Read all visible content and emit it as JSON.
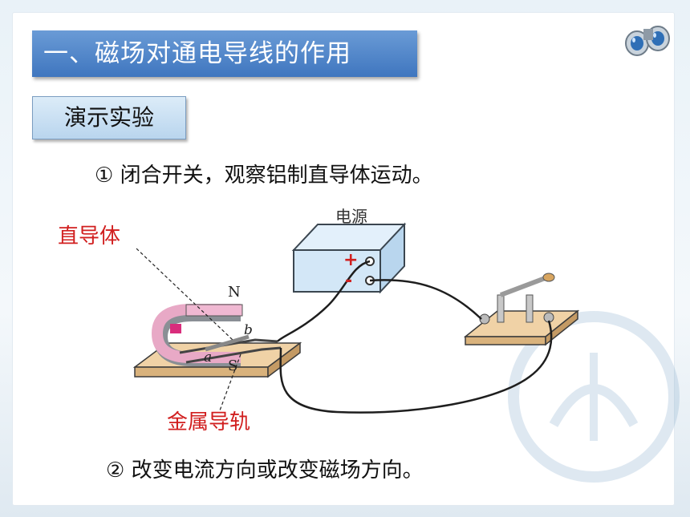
{
  "title": "一、磁场对通电导线的作用",
  "section_tag": "演示实验",
  "step1": "① 闭合开关，观察铝制直导体运动。",
  "step2": "② 改变电流方向或改变磁场方向。",
  "diagram": {
    "power_label": "电源",
    "plus": "+",
    "minus": "-",
    "north": "N",
    "south": "S",
    "point_a": "a",
    "point_b": "b",
    "conductor_label": "直导体",
    "rail_label": "金属导轨"
  },
  "colors": {
    "title_bg": "#4a80c8",
    "label_red": "#d11f1f"
  }
}
